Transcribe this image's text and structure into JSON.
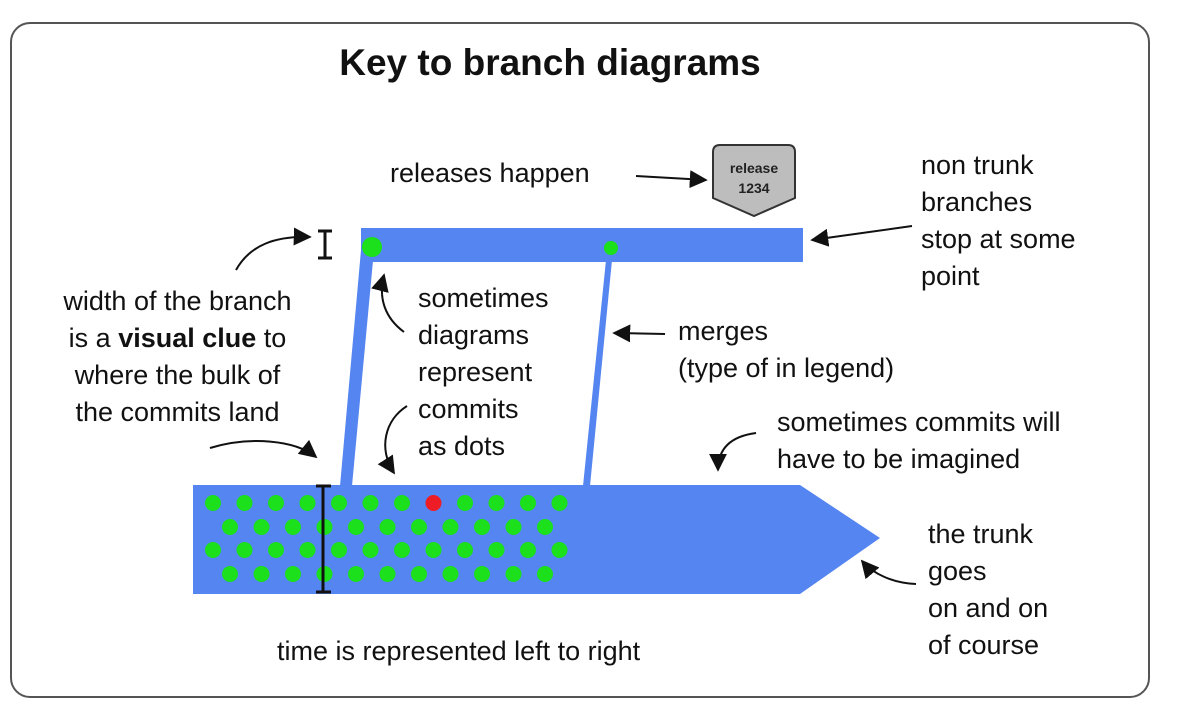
{
  "title": "Key to branch diagrams",
  "labels": {
    "releases": "releases happen",
    "release_tag": [
      "release",
      "1234"
    ],
    "non_trunk": [
      "non trunk",
      "branches",
      "stop at some",
      "point"
    ],
    "width": {
      "line1": "width of the branch",
      "line2_pre": "is a ",
      "line2_bold": "visual clue",
      "line2_post": " to",
      "line3": "where the bulk of",
      "line4": "the commits land"
    },
    "dots": [
      "sometimes",
      "diagrams",
      "represent",
      "commits",
      "as dots"
    ],
    "merges": [
      "merges",
      "(type of in legend)"
    ],
    "imagined": [
      "sometimes commits will",
      "have to be imagined"
    ],
    "trunk": [
      "the trunk",
      "goes",
      "on and on",
      "of course"
    ],
    "time": "time is represented left to right"
  },
  "colors": {
    "branch_blue": "#5585f0",
    "commit_green": "#1be01b",
    "highlight_red": "#ee1c24",
    "tag_gray": "#bdbdbd"
  }
}
